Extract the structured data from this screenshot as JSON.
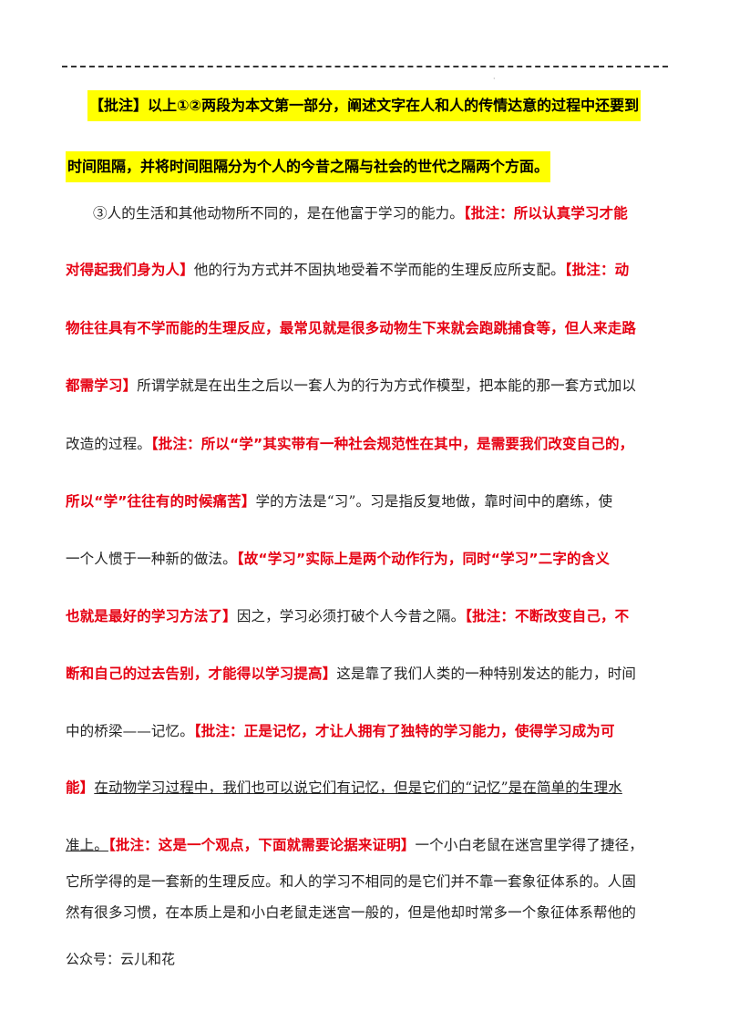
{
  "highlight": {
    "line1": "【批注】以上①②两段为本文第一部分，阐述文字在人和人的传情达意的过程中还要到",
    "line2": "时间阻隔，并将时间阻隔分为个人的今昔之隔与社会的世代之隔两个方面。"
  },
  "lines": [
    {
      "t1": "③人的生活和其他动物所不同的，是在他富于学习的能力。",
      "a1": "【批注：所以认真学习才能"
    },
    {
      "a1": "对得起我们身为人】",
      "t1": "他的行为方式并不固执地受着不学而能的生理反应所支配。",
      "a2": "【批注：动"
    },
    {
      "a1": "物往往具有不学而能的生理反应，最常见就是很多动物生下来就会跑跳捕食等，但人来走路"
    },
    {
      "a1": "都需学习】",
      "t1": "所谓学就是在出生之后以一套人为的行为方式作模型，把本能的那一套方式加以"
    },
    {
      "t1": "改造的过程。",
      "a1": "【批注：所以“学”其实带有一种社会规范性在其中，是需要我们改变自己的，"
    },
    {
      "a1": "所以“学”往往有的时候痛苦】",
      "t1": "学的方法是“习”。习是指反复地做，靠时间中的磨练，使"
    },
    {
      "t1": "一个人惯于一种新的做法。",
      "a1": "【故“学习”实际上是两个动作行为，同时“学习”二字的含义"
    },
    {
      "a1": "也就是最好的学习方法了】",
      "t1": "因之，学习必须打破个人今昔之隔。",
      "a2": "【批注：不断改变自己，不"
    },
    {
      "a1": "断和自己的过去告别，才能得以学习提高】",
      "t1": "这是靠了我们人类的一种特别发达的能力，时间"
    },
    {
      "t1": "中的桥梁——记忆。",
      "a1": "【批注：正是记忆，才让人拥有了独特的学习能力，使得学习成为可"
    },
    {
      "a1": "能】",
      "u1": "在动物学习过程中，我们也可以说它们有记忆，但是它们的“记忆”是在简单的生理水"
    },
    {
      "u1": "准上。",
      "a1": "【批注：这是一个观点，下面就需要论据来证明】",
      "t1": "一个小白老鼠在迷宫里学得了捷径，"
    },
    {
      "t1": "它所学得的是一套新的生理反应。和人的学习不相同的是它们并不靠一套象征体系的。人固"
    },
    {
      "t1": "然有很多习惯，在本质上是和小白老鼠走迷宫一般的，但是他却时常多一个象征体系帮他的"
    }
  ],
  "footer": "公众号：云儿和花"
}
